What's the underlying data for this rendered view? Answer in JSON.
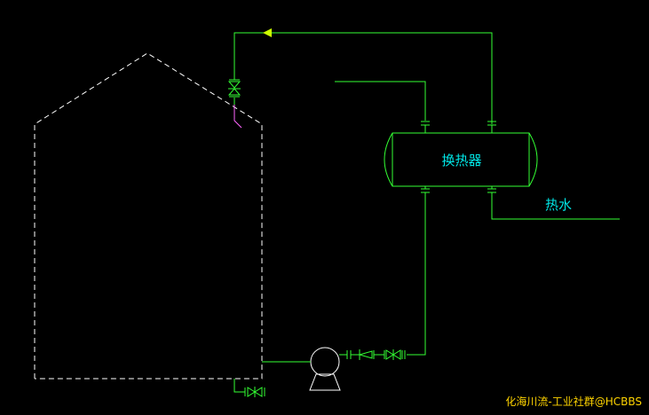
{
  "diagram": {
    "heat_exchanger_label": "换热器",
    "hot_water_label": "热水"
  },
  "watermark": "化海川流-工业社群@HCBBS",
  "colors": {
    "background": "#000000",
    "pipe": "#33ff33",
    "vessel": "#ffffff",
    "text": "#00e5e5",
    "nozzle": "#ff66ff",
    "arrow": "#ccff00",
    "watermark": "#ffd400"
  }
}
